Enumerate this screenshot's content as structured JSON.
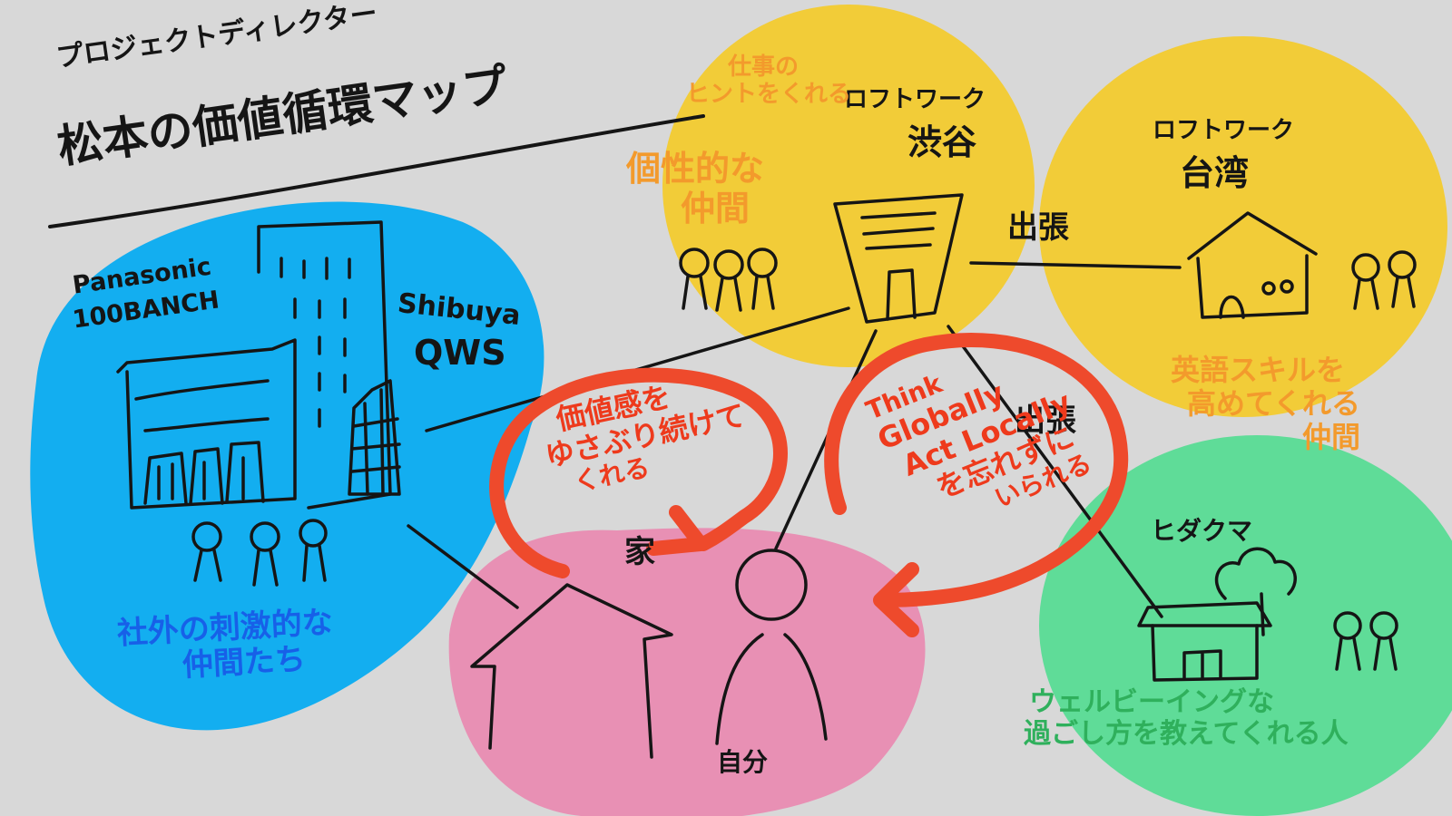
{
  "title": {
    "line1": "プロジェクトディレクター",
    "line2": "松本の価値循環マップ"
  },
  "nodes": {
    "panasonic": {
      "line1": "Panasonic",
      "line2": "100BANCH"
    },
    "shibuya_qws": {
      "line1": "Shibuya",
      "line2": "QWS"
    },
    "loftwork_shibuya": {
      "line1": "ロフトワーク",
      "line2": "渋谷"
    },
    "loftwork_taiwan": {
      "line1": "ロフトワーク",
      "line2": "台湾"
    },
    "hidakuma": {
      "label": "ヒダクマ"
    },
    "home": {
      "label": "家"
    },
    "self": {
      "label": "自分"
    }
  },
  "edges": {
    "business_trip_taiwan": "出張",
    "business_trip_hidakuma": "出張"
  },
  "notes": {
    "hint": {
      "line1": "仕事の",
      "line2": "ヒントをくれる"
    },
    "unique": {
      "line1": "個性的な",
      "line2": "仲間"
    },
    "stimulating": {
      "line1": "社外の刺激的な",
      "line2": "仲間たち"
    },
    "english": {
      "line1": "英語スキルを",
      "line2": "高めてくれる",
      "line3": "仲間"
    },
    "wellbeing": {
      "line1": "ウェルビーイングな",
      "line2": "過ごし方を教えてくれる人"
    },
    "values": {
      "line1": "価値感を",
      "line2": "ゆさぶり続けて",
      "line3": "くれる"
    },
    "think": {
      "line1": "Think",
      "line2": "Globally",
      "line3": "Act Locally",
      "line4": "を忘れずに",
      "line5": "いられる"
    }
  },
  "colors": {
    "background": "#d8d8d8",
    "blue_zone": "#13aef0",
    "yellow_zone": "#f2cc38",
    "green_zone": "#5fdc98",
    "pink_zone": "#e890b4",
    "red_arrow": "#ee4a2c",
    "ink": "#151515"
  }
}
